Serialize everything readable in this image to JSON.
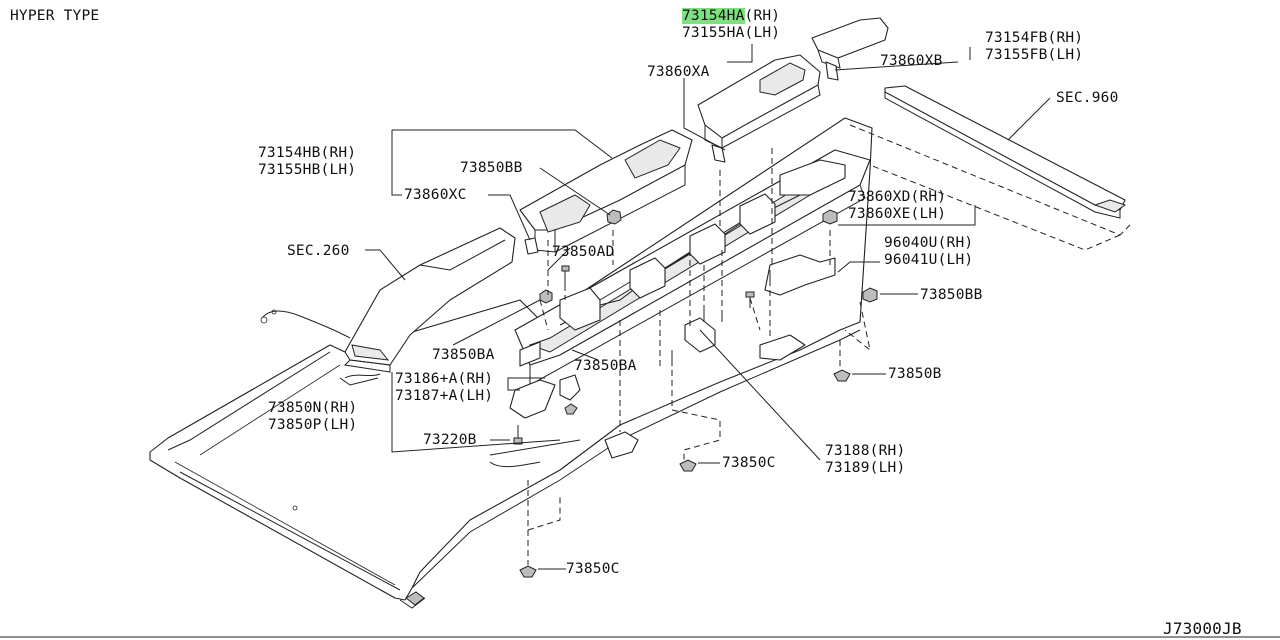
{
  "diagram": {
    "title": "HYPER TYPE",
    "drawing_code": "J73000JB",
    "highlight_color": "#7ee07e",
    "callouts": {
      "p73154ha_rh": {
        "code": "73154HA",
        "side": "(RH)"
      },
      "p73155ha_lh": "73155HA(LH)",
      "p73860xa": "73860XA",
      "p73154fb_rh": "73154FB(RH)",
      "p73155fb_lh": "73155FB(LH)",
      "p73860xb": "73860XB",
      "sec960": "SEC.960",
      "p73154hb_rh": "73154HB(RH)",
      "p73155hb_lh": "73155HB(LH)",
      "p73850bb_top": "73850BB",
      "p73860xc": "73860XC",
      "p73860xd_rh": "73860XD(RH)",
      "p73860xe_lh": "73860XE(LH)",
      "sec260": "SEC.260",
      "p73850ad": "73850AD",
      "p96040u_rh": "96040U(RH)",
      "p96041u_lh": "96041U(LH)",
      "p73850bb_right": "73850BB",
      "p73850ba_left": "73850BA",
      "p73850ba_mid": "73850BA",
      "p73186a_rh": "73186+A(RH)",
      "p73187a_lh": "73187+A(LH)",
      "p73850b": "73850B",
      "p73850n_rh": "73850N(RH)",
      "p73850p_lh": "73850P(LH)",
      "p73220b": "73220B",
      "p73188_rh": "73188(RH)",
      "p73189_lh": "73189(LH)",
      "p73850c_mid": "73850C",
      "p73850c_bot": "73850C"
    }
  }
}
